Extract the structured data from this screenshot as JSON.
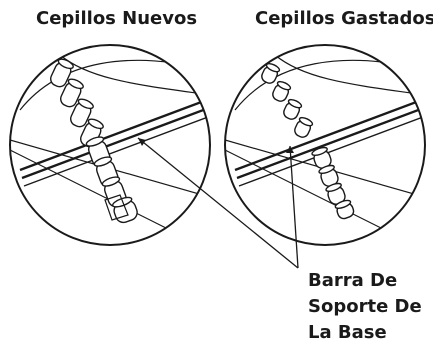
{
  "titles": {
    "left": "Cepillos Nuevos",
    "right": "Cepillos Gastados"
  },
  "callout": {
    "lines": [
      "Barra De",
      "Soporte De",
      "La Base"
    ]
  },
  "colors": {
    "ink": "#1a1a1a",
    "background": "#ffffff"
  }
}
